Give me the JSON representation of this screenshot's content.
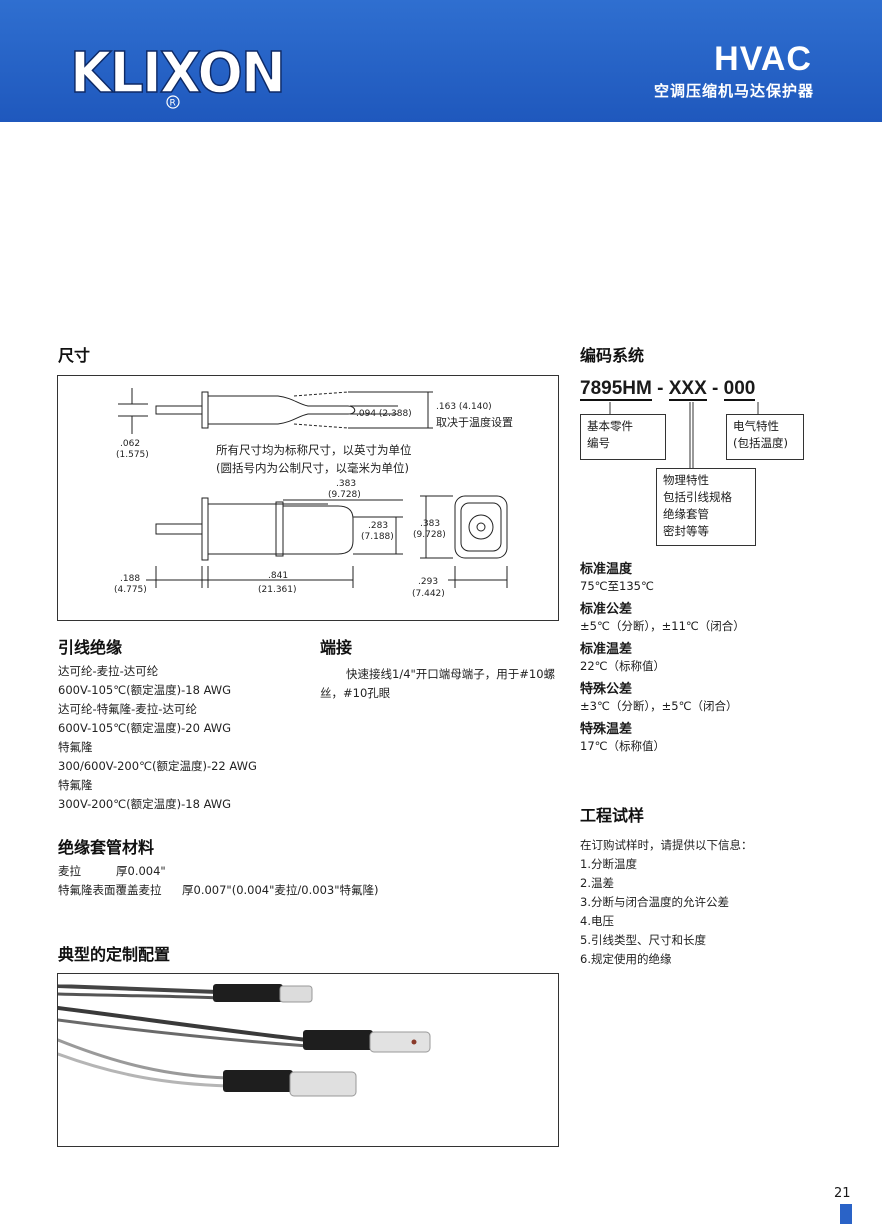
{
  "header": {
    "logo_text": "KLIXON",
    "brand": "HVAC",
    "subtitle": "空调压缩机马达保护器",
    "colors": {
      "header_blue": "#2563c7",
      "white": "#ffffff"
    }
  },
  "dimensions": {
    "heading": "尺寸",
    "note_line1": "所有尺寸均为标称尺寸，以英寸为单位",
    "note_line2": "(圆括号内为公制尺寸，以毫米为单位)",
    "labels": {
      "d062": ".062",
      "d062m": "(1.575)",
      "d094": ".094 (2.388)",
      "d163": ".163 (4.140)",
      "temp_note": "取决于温度设置",
      "d383a": ".383",
      "d383am": "(9.728)",
      "d283": ".283",
      "d283m": "(7.188)",
      "d383b": ".383",
      "d383bm": "(9.728)",
      "d188": ".188",
      "d188m": "(4.775)",
      "d841": ".841",
      "d841m": "(21.361)",
      "d293": ".293",
      "d293m": "(7.442)"
    }
  },
  "coding": {
    "heading": "编码系统",
    "code_a": "7895HM",
    "dash1": "-",
    "code_b": "XXX",
    "dash2": "-",
    "code_c": "000",
    "box_base": [
      "基本零件",
      "编号"
    ],
    "box_elec": [
      "电气特性",
      "(包括温度)"
    ],
    "box_phys": [
      "物理特性",
      "包括引线规格",
      "绝缘套管",
      "密封等等"
    ]
  },
  "specs": [
    {
      "title": "标准温度",
      "value": "75℃至135℃"
    },
    {
      "title": "标准公差",
      "value": "±5℃（分断），±11℃（闭合）"
    },
    {
      "title": "标准温差",
      "value": "22℃（标称值）"
    },
    {
      "title": "特殊公差",
      "value": "±3℃（分断），±5℃（闭合）"
    },
    {
      "title": "特殊温差",
      "value": "17℃（标称值）"
    }
  ],
  "lead_insulation": {
    "heading": "引线绝缘",
    "lines": [
      "达可纶-麦拉-达可纶",
      "600V-105℃(额定温度)-18 AWG",
      "达可纶-特氟隆-麦拉-达可纶",
      "600V-105℃(额定温度)-20 AWG",
      "特氟隆",
      "300/600V-200℃(额定温度)-22 AWG",
      "特氟隆",
      "300V-200℃(额定温度)-18 AWG"
    ]
  },
  "terminal": {
    "heading": "端接",
    "line1": "快速接线1/4\"开口端母端子，用于#10螺",
    "line2": "丝，#10孔眼"
  },
  "sleeve": {
    "heading": "绝缘套管材料",
    "row1_name": "麦拉",
    "row1_val": "厚0.004\"",
    "row2_name": "特氟隆表面覆盖麦拉",
    "row2_val": "厚0.007\"(0.004\"麦拉/0.003\"特氟隆)"
  },
  "sample": {
    "heading": "工程试样",
    "intro": "在订购试样时，请提供以下信息：",
    "items": [
      "1.分断温度",
      "2.温差",
      "3.分断与闭合温度的允许公差",
      "4.电压",
      "5.引线类型、尺寸和长度",
      "6.规定使用的绝缘"
    ]
  },
  "custom": {
    "heading": "典型的定制配置"
  },
  "page_number": "21"
}
